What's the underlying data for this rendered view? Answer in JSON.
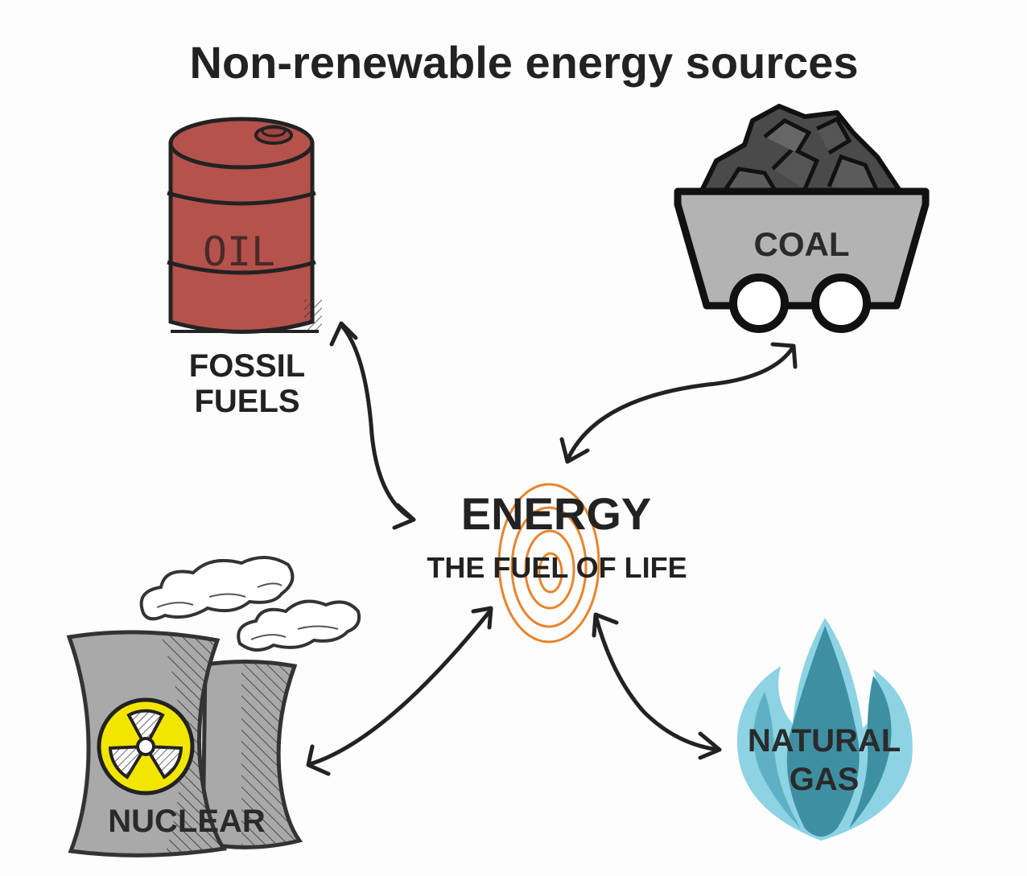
{
  "title": "Non-renewable energy sources",
  "center": {
    "title": "ENERGY",
    "subtitle": "THE FUEL OF LIFE"
  },
  "nodes": {
    "oil": {
      "barrel_label": "OIL",
      "caption_line1": "FOSSIL",
      "caption_line2": "FUELS"
    },
    "coal": {
      "label": "COAL"
    },
    "nuclear": {
      "label": "NUCLEAR"
    },
    "gas": {
      "label_line1": "NATURAL",
      "label_line2": "GAS"
    }
  },
  "colors": {
    "text": "#222222",
    "barrel": "#b5524c",
    "coal_cart": "#b3b3b3",
    "coal_lumps": "#4a4a4a",
    "tower": "#a9a9a9",
    "radiation": "#f2e600",
    "flame_light": "#8dd3e4",
    "flame_dark": "#3f8fa3",
    "spiral": "#e8842c"
  },
  "icons": [
    "oil-barrel-icon",
    "coal-cart-icon",
    "nuclear-plant-icon",
    "gas-flame-icon",
    "energy-spiral-icon",
    "double-arrow-icon"
  ]
}
